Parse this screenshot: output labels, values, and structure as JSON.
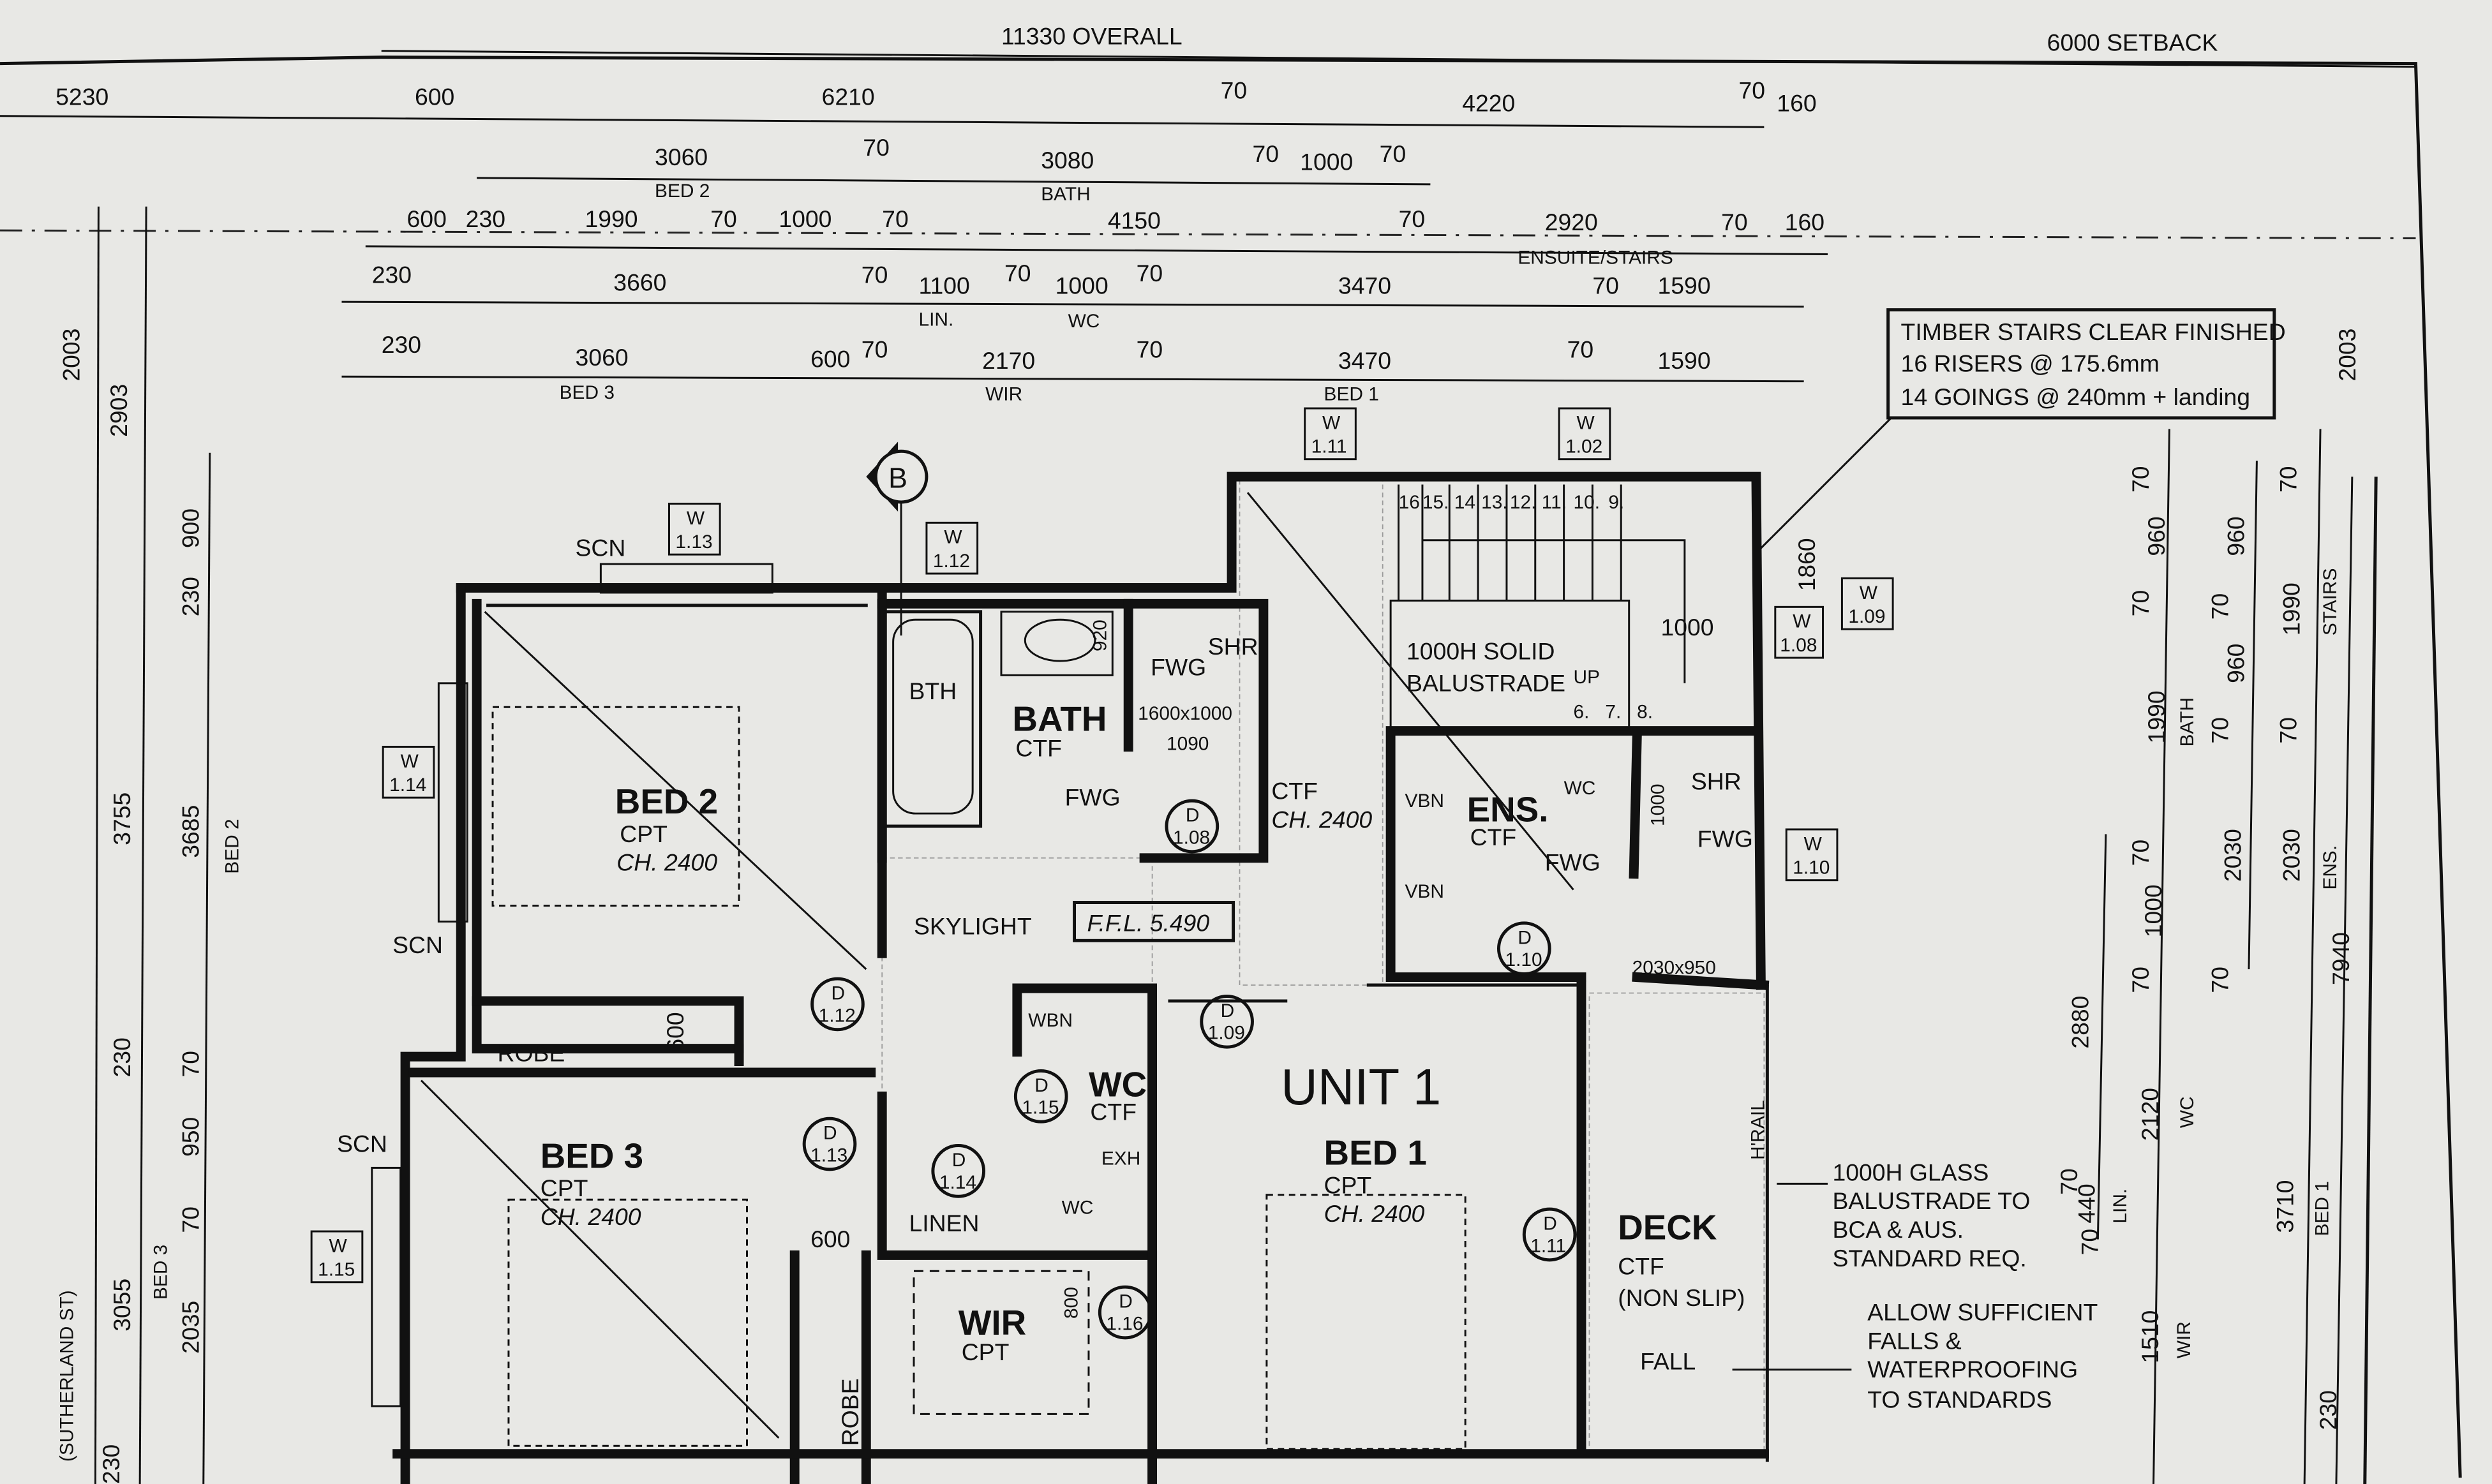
{
  "top_dims": {
    "overall": "11330 OVERALL",
    "setback": "6000 SETBACK",
    "row1": [
      "5230",
      "600",
      "6210",
      "70",
      "4220",
      "70",
      "160"
    ],
    "row2": [
      "3060",
      "BED 2",
      "70",
      "3080",
      "BATH",
      "70",
      "1000",
      "70"
    ],
    "row3": [
      "600",
      "230",
      "1990",
      "70",
      "1000",
      "70",
      "4150",
      "70",
      "2920",
      "ENSUITE/STAIRS",
      "70",
      "160"
    ],
    "row4": [
      "230",
      "3660",
      "70",
      "1100",
      "LIN.",
      "70",
      "1000",
      "WC",
      "70",
      "3470",
      "70",
      "1590"
    ],
    "row5": [
      "230",
      "3060",
      "BED 3",
      "600",
      "70",
      "2170",
      "WIR",
      "70",
      "3470",
      "BED 1",
      "70",
      "1590"
    ]
  },
  "left_dims": [
    "2003",
    "2903",
    "900",
    "230",
    "3755",
    "3685",
    "BED 2",
    "230",
    "70",
    "950",
    "70",
    "3055",
    "BED 3",
    "2035",
    "(SUTHERLAND ST)",
    "230"
  ],
  "right_dims": {
    "col1": [
      "70",
      "960",
      "70",
      "1990",
      "BATH",
      "70",
      "1000",
      "70",
      "2880",
      "2120",
      "WC",
      "70",
      "440",
      "LIN.",
      "70",
      "1510",
      "WIR"
    ],
    "col2": [
      "960",
      "70",
      "960",
      "70",
      "2030",
      "70"
    ],
    "col3": [
      "70",
      "1990",
      "STAIRS",
      "70",
      "2030",
      "ENS.",
      "7940",
      "3710",
      "BED 1",
      "230"
    ],
    "outer": "2003"
  },
  "stairs_note": [
    "TIMBER STAIRS CLEAR FINISHED",
    "16 RISERS @ 175.6mm",
    "14 GOINGS @ 240mm + landing"
  ],
  "stair_numbers": [
    "16",
    "15.",
    "14",
    "13.",
    "12.",
    "11.",
    "10.",
    "9.",
    "6.",
    "7.",
    "8."
  ],
  "section_marker": "B",
  "windows": [
    {
      "w": "W",
      "n": "1.13"
    },
    {
      "w": "W",
      "n": "1.12"
    },
    {
      "w": "W",
      "n": "1.11"
    },
    {
      "w": "W",
      "n": "1.02"
    },
    {
      "w": "W",
      "n": "1.09"
    },
    {
      "w": "W",
      "n": "1.08"
    },
    {
      "w": "W",
      "n": "1.14"
    },
    {
      "w": "W",
      "n": "1.10"
    },
    {
      "w": "W",
      "n": "1.15"
    }
  ],
  "doors": [
    {
      "d": "D",
      "n": "1.08"
    },
    {
      "d": "D",
      "n": "1.12"
    },
    {
      "d": "D",
      "n": "1.13"
    },
    {
      "d": "D",
      "n": "1.14"
    },
    {
      "d": "D",
      "n": "1.15"
    },
    {
      "d": "D",
      "n": "1.16"
    },
    {
      "d": "D",
      "n": "1.09"
    },
    {
      "d": "D",
      "n": "1.10"
    },
    {
      "d": "D",
      "n": "1.11"
    }
  ],
  "rooms": {
    "bed2": {
      "name": "BED 2",
      "floor": "CPT",
      "ch": "CH. 2400"
    },
    "bed3": {
      "name": "BED 3",
      "floor": "CPT",
      "ch": "CH. 2400"
    },
    "bed1": {
      "name": "BED 1",
      "floor": "CPT",
      "ch": "CH. 2400"
    },
    "bath": {
      "name": "BATH",
      "floor": "CTF",
      "bth": "BTH",
      "fwg": "FWG",
      "fwg2": "FWG",
      "shr": "SHR",
      "size": "1600x1000",
      "dim1": "1090",
      "dim2": "920"
    },
    "hall": {
      "floor": "CTF",
      "ch": "CH. 2400",
      "skylight": "SKYLIGHT",
      "ffl": "F.F.L. 5.490"
    },
    "ens": {
      "name": "ENS.",
      "floor": "CTF",
      "vbn1": "VBN",
      "vbn2": "VBN",
      "wc": "WC",
      "shr": "SHR",
      "fwg": "FWG",
      "fwg2": "FWG",
      "dim": "1000",
      "size": "2030x950"
    },
    "wc": {
      "name": "WC",
      "floor": "CTF",
      "wbn": "WBN",
      "exh": "EXH",
      "wc": "WC",
      "dim": "800"
    },
    "wir": {
      "name": "WIR",
      "floor": "CPT"
    },
    "linen": "LINEN",
    "robe1": "ROBE",
    "robe2": "ROBE",
    "robe_dim": "600",
    "robe_dim2": "600",
    "deck": {
      "name": "DECK",
      "floor": "CTF",
      "note": "(NON SLIP)",
      "fall": "FALL",
      "rail": "H'RAIL"
    },
    "unit": "UNIT 1",
    "scn": [
      "SCN",
      "SCN",
      "SCN"
    ],
    "balustrade": [
      "1000H SOLID",
      "BALUSTRADE"
    ],
    "up": "UP",
    "stair_dim": "1000",
    "stair_dim2": "1860"
  },
  "notes": {
    "glass": [
      "1000H GLASS",
      "BALUSTRADE TO",
      "BCA & AUS.",
      "STANDARD REQ."
    ],
    "falls": [
      "ALLOW SUFFICIENT",
      "FALLS &",
      "WATERPROOFING",
      "TO STANDARDS"
    ]
  }
}
